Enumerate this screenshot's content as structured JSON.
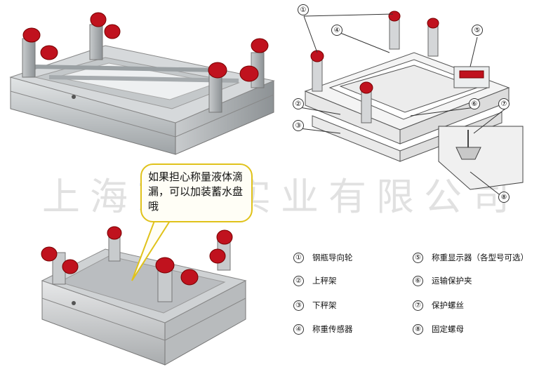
{
  "watermark": "上海志衡实业有限公司",
  "callout": {
    "text": "如果担心称量液体滴漏，可以加装蓄水盘哦"
  },
  "diagram_numbers": [
    "①",
    "②",
    "③",
    "④",
    "⑤",
    "⑥",
    "⑦",
    "⑧"
  ],
  "legend": [
    {
      "num": "①",
      "label": "钢瓶导向轮"
    },
    {
      "num": "②",
      "label": "上秤架"
    },
    {
      "num": "③",
      "label": "下秤架"
    },
    {
      "num": "④",
      "label": "称重传感器"
    },
    {
      "num": "⑤",
      "label": "称重显示器（各型号可选）"
    },
    {
      "num": "⑥",
      "label": "运输保护夹"
    },
    {
      "num": "⑦",
      "label": "保护螺丝"
    },
    {
      "num": "⑧",
      "label": "固定螺母"
    }
  ],
  "colors": {
    "roller": "#c0121e",
    "steel": "#b9bdc0",
    "callout_border": "#e0c21a"
  }
}
